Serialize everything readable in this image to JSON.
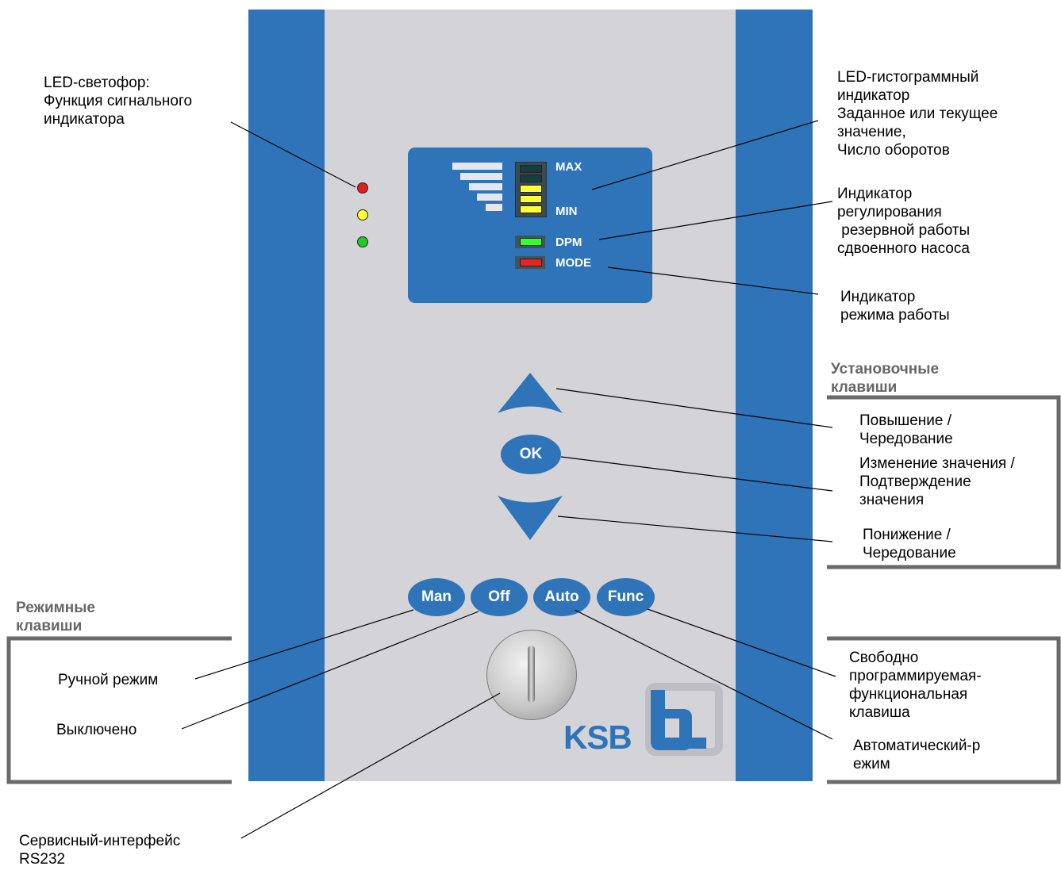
{
  "display": {
    "label_max": "MAX",
    "label_min": "MIN",
    "label_dpm": "DPM",
    "label_mode": "MODE"
  },
  "buttons": {
    "ok": "OK",
    "man": "Man",
    "off": "Off",
    "auto": "Auto",
    "func": "Func"
  },
  "logo": {
    "text": "KSB"
  },
  "annotations": {
    "traffic_light": "LED-светофор:\nФункция сигнального\nиндикатора",
    "bargraph": "LED-гистограммный\nиндикатор\nЗаданное или текущее\nзначение,\nЧисло оборотов",
    "dpm": "Индикатор\nрегулирования\n резервной работы\nсдвоенного насоса",
    "mode": "Индикатор\nрежима работы",
    "setting_keys_title": "Установочные\nклавиши",
    "up": "Повышение /\nЧередование",
    "ok": "Изменение значения /\nПодтверждение\nзначения",
    "down": "Понижение /\nЧередование",
    "mode_keys_title": "Режимные\nклавиши",
    "manual": "Ручной режим",
    "off": "Выключено",
    "func": "Свободно\nпрограммируемая-\nфункциональная\nклавиша",
    "auto": "Автоматический-р\nежим",
    "service": "Сервисный-интерфейс\nRS232"
  },
  "colors": {
    "device_blue": "#2f74b8",
    "panel_gray": "#d4d3d8",
    "led_red": "#e02020",
    "led_yellow": "#ffff33",
    "led_green": "#22cc22",
    "segment_off": "#173f3a",
    "segment_yellow": "#ffff33",
    "dpm_green": "#33ff33",
    "mode_red": "#ee2222",
    "title_gray": "#666666"
  }
}
